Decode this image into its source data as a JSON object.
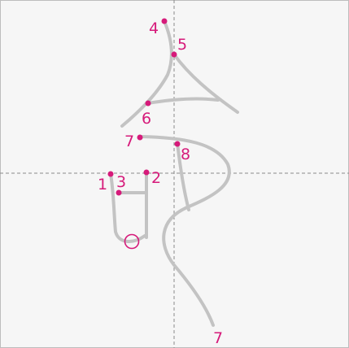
{
  "diagram": {
    "labels": {
      "n1": "1",
      "n2": "2",
      "n3": "3",
      "n4": "4",
      "n5": "5",
      "n6": "6",
      "n7a": "7",
      "n8": "8",
      "n7b": "7"
    },
    "colors": {
      "stroke": "#c3c3c3",
      "marker": "#d61a7a",
      "guide": "#8a8a8a",
      "background": "#f6f6f6"
    },
    "end_marker_icon": "circle-end-icon"
  }
}
